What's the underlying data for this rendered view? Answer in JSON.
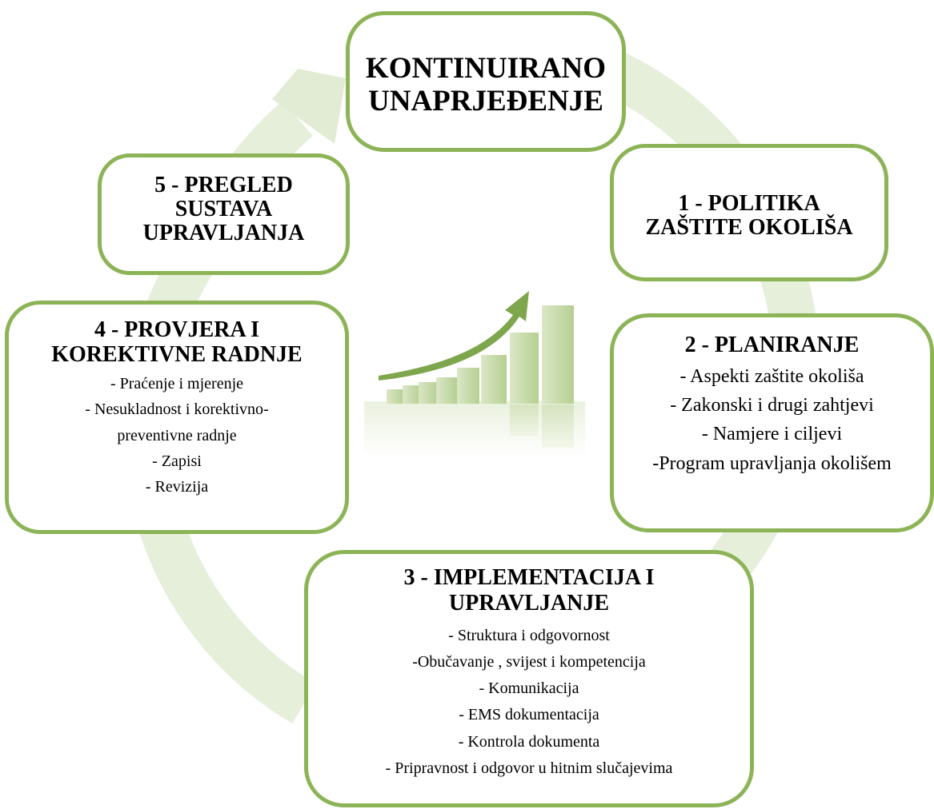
{
  "center": {
    "title_line1": "KONTINUIRANO",
    "title_line2": "UNAPRJEĐENJE"
  },
  "step1": {
    "title_line1": "1 - POLITIKA",
    "title_line2": "ZAŠTITE OKOLIŠA"
  },
  "step2": {
    "title": "2 - PLANIRANJE",
    "items": [
      "- Aspekti zaštite okoliša",
      "- Zakonski i drugi zahtjevi",
      "- Namjere i ciljevi",
      "-Program upravljanja okolišem"
    ]
  },
  "step3": {
    "title_line1": "3 -  IMPLEMENTACIJA I",
    "title_line2": "UPRAVLJANJE",
    "items": [
      "- Struktura i odgovornost",
      "-Obučavanje , svijest i kompetencija",
      "- Komunikacija",
      "- EMS dokumentacija",
      "- Kontrola dokumenta",
      "- Pripravnost  i odgovor u hitnim slučajevima"
    ]
  },
  "step4": {
    "title_line1": "4 - PROVJERA I",
    "title_line2": "KOREKTIVNE RADNJE",
    "items": [
      "- Praćenje i mjerenje",
      "- Nesukladnost i korektivno-",
      "preventivne radnje",
      "- Zapisi",
      "- Revizija"
    ]
  },
  "step5": {
    "title_line1": "5 -  PREGLED",
    "title_line2": "SUSTAVA",
    "title_line3": "UPRAVLJANJA"
  },
  "colors": {
    "box_border": "#8cb457",
    "ring": "#e4eed8",
    "bar_light": "#e3ecd2",
    "bar_dark": "#adc985",
    "arrow": "#7ea64c"
  },
  "icons": {
    "cycle": "circular-arrow",
    "illustration": "growth-bar-chart"
  }
}
